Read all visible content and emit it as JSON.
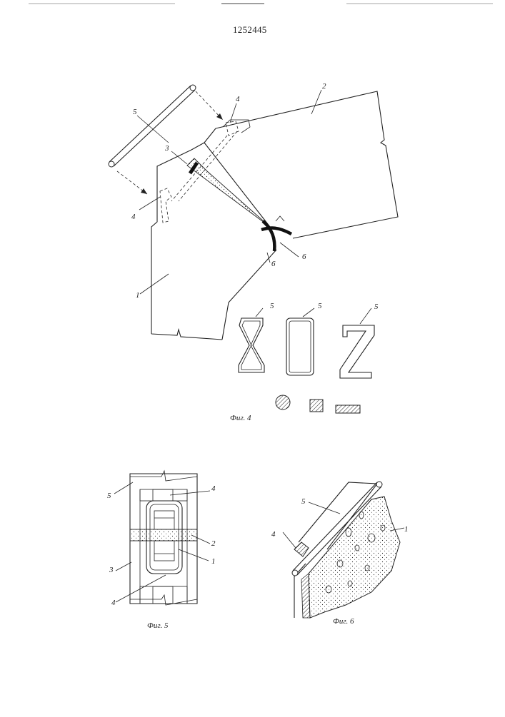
{
  "header": {
    "patent_number": "1252445"
  },
  "figure4": {
    "caption": "Фиг. 4",
    "labels": {
      "part1": "1",
      "part2": "2",
      "part3": "3",
      "part4_top": "4",
      "part4_bottom": "4",
      "part5_rod": "5",
      "part5_profile_a": "5",
      "part5_profile_b": "5",
      "part5_profile_c": "5",
      "part6_right": "6",
      "part6_bottom": "6"
    }
  },
  "figure5": {
    "caption": "Фиг. 5",
    "labels": {
      "part1": "1",
      "part2": "2",
      "part3": "3",
      "part4_top": "4",
      "part4_bottom": "4",
      "part5": "5"
    }
  },
  "figure6": {
    "caption": "Фиг. 6",
    "labels": {
      "part1": "1",
      "part4": "4",
      "part5": "5"
    }
  }
}
